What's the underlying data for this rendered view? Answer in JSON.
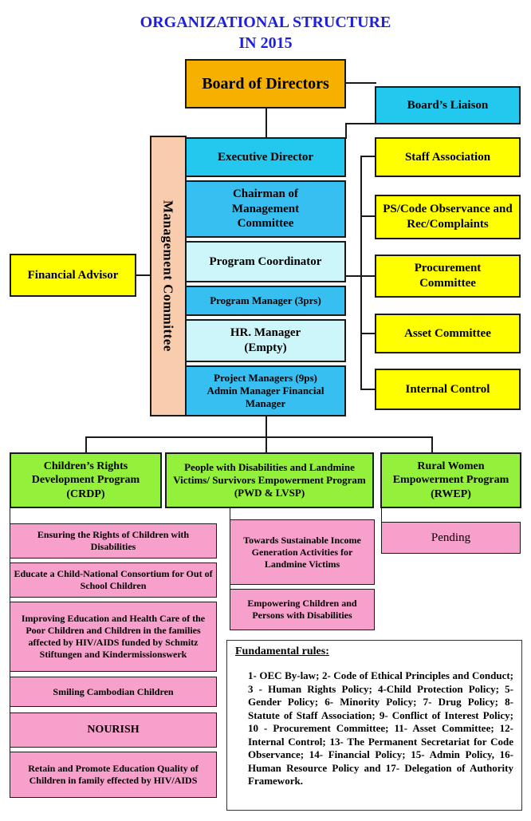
{
  "title": {
    "line1": "ORGANIZATIONAL STRUCTURE",
    "line2": "IN 2015"
  },
  "board": "Board of Directors",
  "board_liaison": "Board’s Liaison",
  "management_committee": "Management Committee",
  "financial_advisor": "Financial Advisor",
  "core_stack": [
    "Executive Director",
    "Chairman of Management Committee",
    "Program Coordinator",
    "Program Manager (3prs)",
    "HR. Manager (Empty)",
    "Project Managers (9ps) Admin Manager Financial Manager"
  ],
  "right_committees": [
    "Staff Association",
    "PS/Code Observance and Rec/Complaints",
    "Procurement Committee",
    "Asset Committee",
    "Internal Control"
  ],
  "programs": {
    "crdp": {
      "title": "Children’s Rights Development Program (CRDP)",
      "projects": [
        "Ensuring the Rights of Children with Disabilities",
        "Educate a Child-National Consortium for Out of School Children",
        "Improving Education and Health Care of the Poor Children and Children in the families affected by HIV/AIDS funded by Schmitz Stiftungen and Kindermissionswerk",
        "Smiling Cambodian Children",
        "NOURISH",
        "Retain and Promote Education Quality of Children in family effected by HIV/AIDS"
      ]
    },
    "pwd": {
      "title": "People with Disabilities and Landmine Victims/ Survivors Empowerment Program (PWD & LVSP)",
      "projects": [
        "Towards Sustainable Income Generation Activities for Landmine Victims",
        "Empowering Children and Persons with Disabilities"
      ]
    },
    "rwep": {
      "title": "Rural Women Empowerment Program (RWEP)",
      "projects": [
        "Pending"
      ]
    }
  },
  "fundamental_rules": {
    "heading": "Fundamental rules",
    "colon": ":",
    "text": "1- OEC By-law; 2- Code of Ethical Principles and Conduct; 3 - Human Rights Policy; 4-Child Protection Policy; 5- Gender Policy; 6- Minority Policy; 7- Drug Policy; 8- Statute of Staff Association; 9- Conflict of Interest Policy; 10 - Procurement Committee; 11- Asset Committee; 12- Internal Control; 13- The Permanent Secretariat for Code Observance; 14- Financial Policy; 15- Admin Policy, 16- Human Resource Policy and 17- Delegation of Authority Framework."
  },
  "colors": {
    "title": "#1f1fe0",
    "board": "#f6b100",
    "cyan": "#23c8ee",
    "light_cyan": "#ccf6fa",
    "yellow": "#ffff00",
    "green": "#93f03b",
    "pink": "#f7a0cc",
    "peach": "#f9ccad"
  }
}
